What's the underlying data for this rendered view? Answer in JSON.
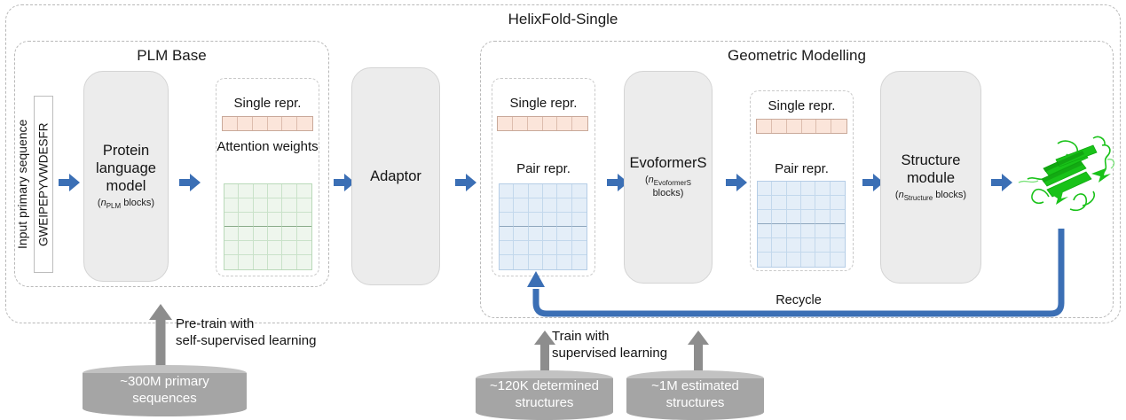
{
  "title": "HelixFold-Single",
  "colors": {
    "arrow_blue": "#3b6fb5",
    "recycle_blue": "#3b6fb5",
    "grey_arrow": "#8d8d8d",
    "cylinder": "#a5a5a5",
    "single_repr": "#fbe5da",
    "pair_repr": "#e4eef8",
    "attention": "#eef6ed",
    "protein": "#17c217"
  },
  "input": {
    "axis_label": "Input primary sequence",
    "sequence": "GWEIPEPYVWDESFR"
  },
  "plm_base": {
    "title": "PLM Base",
    "module": {
      "name": "Protein language model",
      "blocks": "(n",
      "blocks_sub": "PLM",
      "blocks_tail": " blocks)"
    },
    "panel": {
      "single_label": "Single repr.",
      "attention_label": "Attention weights"
    }
  },
  "adaptor": {
    "label": "Adaptor"
  },
  "geometric": {
    "title": "Geometric Modelling",
    "repr_left": {
      "single_label": "Single repr.",
      "pair_label": "Pair repr."
    },
    "evoformer": {
      "name": "EvoformerS",
      "blocks": "(n",
      "blocks_sub": "EvoformerS",
      "blocks_tail": "blocks)"
    },
    "repr_right": {
      "single_label": "Single repr.",
      "pair_label": "Pair repr."
    },
    "structure": {
      "name": "Structure module",
      "blocks": "(n",
      "blocks_sub": "Structure",
      "blocks_tail": " blocks)"
    },
    "recycle_label": "Recycle"
  },
  "output": {
    "name": "predicted-protein-structure"
  },
  "training": {
    "pretrain_label": "Pre-train with\nself-supervised learning",
    "supervised_label": "Train with\nsupervised learning"
  },
  "databases": [
    {
      "name": "primary-sequences-db",
      "label": "~300M primary\nsequences"
    },
    {
      "name": "determined-structures-db",
      "label": "~120K determined\nstructures"
    },
    {
      "name": "estimated-structures-db",
      "label": "~1M estimated\nstructures"
    }
  ],
  "grids": {
    "single_cells": 6,
    "pair_rows": 6,
    "pair_cols": 6
  }
}
